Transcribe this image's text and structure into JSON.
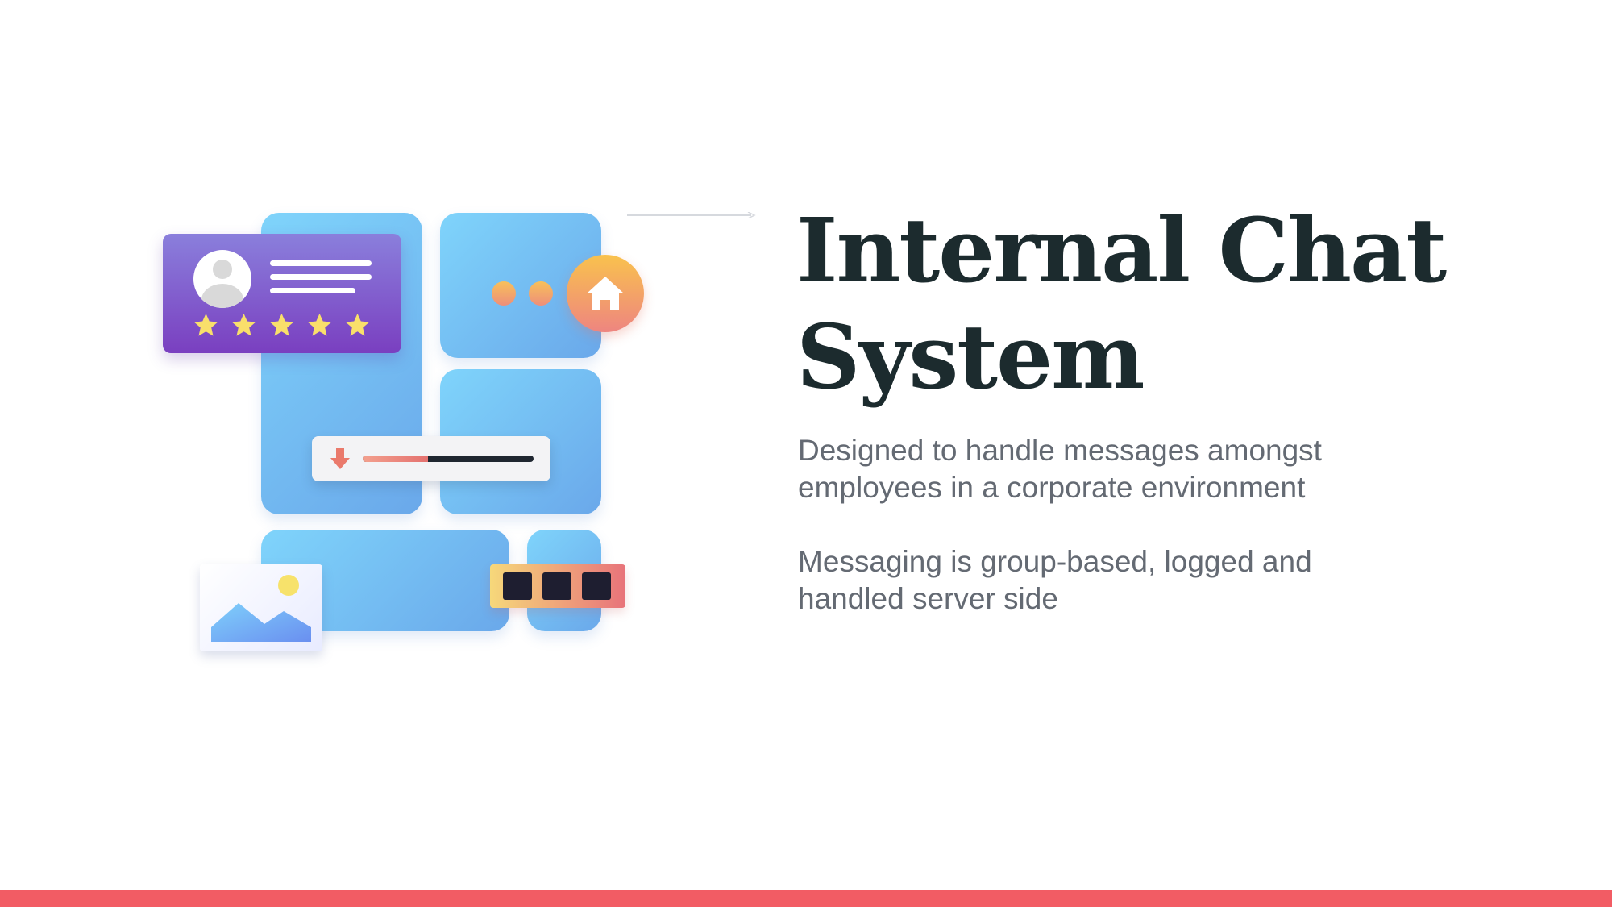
{
  "slide": {
    "title": "Internal Chat System",
    "paragraphs": [
      "Designed to handle messages amongst employees in a corporate environment",
      "Messaging is group-based, logged and handled server side"
    ]
  },
  "illustration": {
    "icons": [
      "user-avatar-icon",
      "star-icon",
      "home-icon",
      "download-arrow-icon",
      "image-icon"
    ],
    "rating_stars": 5,
    "download_progress": 0.38
  },
  "colors": {
    "title": "#1c2b2e",
    "body_text": "#646a73",
    "accent_bar": "#f25c64",
    "tile_blue": "#6aa8ea",
    "card_purple": "#7a3fc0"
  }
}
